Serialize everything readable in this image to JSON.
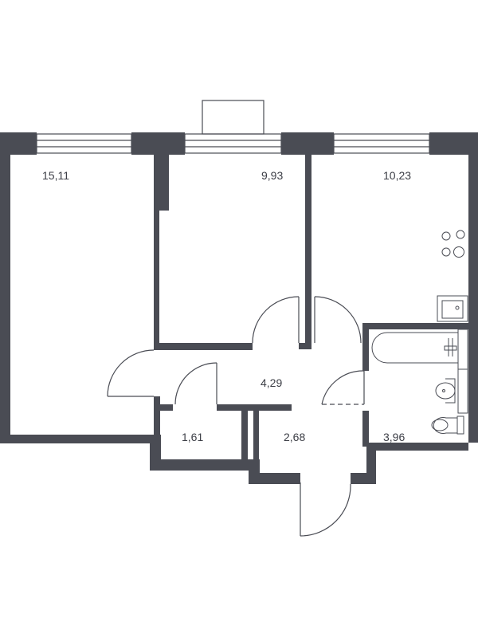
{
  "plan": {
    "wall_color": "#4a4c54",
    "rooms": [
      {
        "id": "room-1",
        "area": "15,11"
      },
      {
        "id": "room-2",
        "area": "9,93"
      },
      {
        "id": "kitchen",
        "area": "10,23"
      },
      {
        "id": "hallway",
        "area": "4,29"
      },
      {
        "id": "storage",
        "area": "1,61"
      },
      {
        "id": "entrance",
        "area": "2,68"
      },
      {
        "id": "bathroom",
        "area": "3,96"
      }
    ]
  }
}
